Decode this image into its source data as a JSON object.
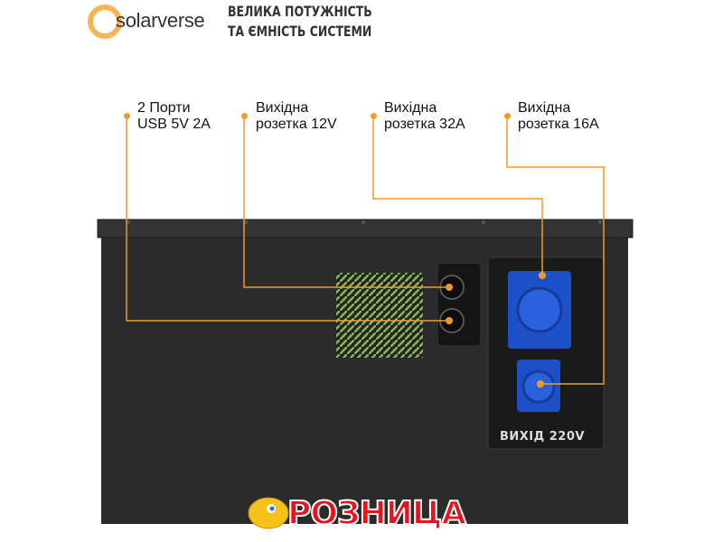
{
  "brand": {
    "name": "solarverse"
  },
  "headline": {
    "line1": "ВЕЛИКА ПОТУЖНІСТЬ",
    "line2": "ТА ЄМНІСТЬ СИСТЕМИ"
  },
  "callouts": [
    {
      "line1": "2 Порти",
      "line2": "USB 5V 2A"
    },
    {
      "line1": "Вихідна",
      "line2": "розетка 12V"
    },
    {
      "line1": "Вихідна",
      "line2": "розетка 32A"
    },
    {
      "line1": "Вихідна",
      "line2": "розетка 16A"
    }
  ],
  "device": {
    "panel_label": "ВИХІД 220V"
  },
  "watermark": {
    "text": "РОЗНИЦА"
  },
  "colors": {
    "accent": "#f39a2a",
    "body": "#2b2b2c",
    "socket": "#1d4fc9"
  }
}
